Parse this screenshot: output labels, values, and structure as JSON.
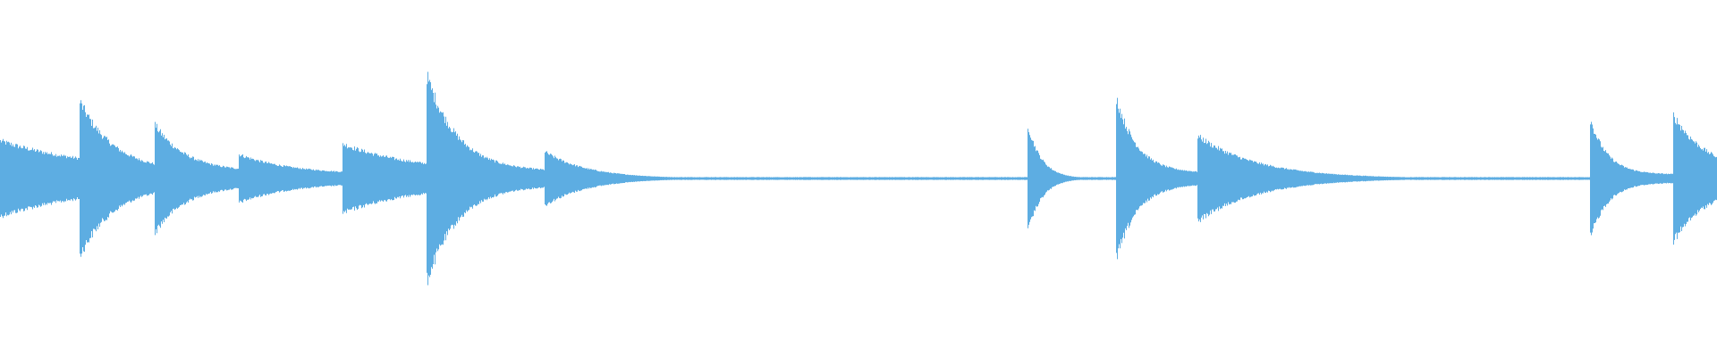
{
  "waveform": {
    "color": "#5dade2",
    "background": "#ffffff",
    "baseline_amplitude": 0.01,
    "noise": 0.08,
    "segments": [
      {
        "start": 0.0,
        "peak": 0.28,
        "decay": 0.055,
        "floor": 0.05
      },
      {
        "start": 0.046,
        "peak": 0.58,
        "decay": 0.02,
        "floor": 0.05
      },
      {
        "start": 0.09,
        "peak": 0.4,
        "decay": 0.018,
        "floor": 0.05
      },
      {
        "start": 0.139,
        "peak": 0.18,
        "decay": 0.03,
        "floor": 0.03
      },
      {
        "start": 0.199,
        "peak": 0.26,
        "decay": 0.04,
        "floor": 0.05
      },
      {
        "start": 0.248,
        "peak": 0.78,
        "decay": 0.018,
        "floor": 0.05
      },
      {
        "start": 0.317,
        "peak": 0.2,
        "decay": 0.025,
        "floor": 0.0
      },
      {
        "start": 0.598,
        "peak": 0.42,
        "decay": 0.008,
        "floor": 0.0
      },
      {
        "start": 0.65,
        "peak": 0.6,
        "decay": 0.012,
        "floor": 0.04
      },
      {
        "start": 0.697,
        "peak": 0.32,
        "decay": 0.035,
        "floor": 0.0
      },
      {
        "start": 0.926,
        "peak": 0.44,
        "decay": 0.01,
        "floor": 0.03
      },
      {
        "start": 0.974,
        "peak": 0.48,
        "decay": 0.02,
        "floor": 0.04
      }
    ]
  }
}
